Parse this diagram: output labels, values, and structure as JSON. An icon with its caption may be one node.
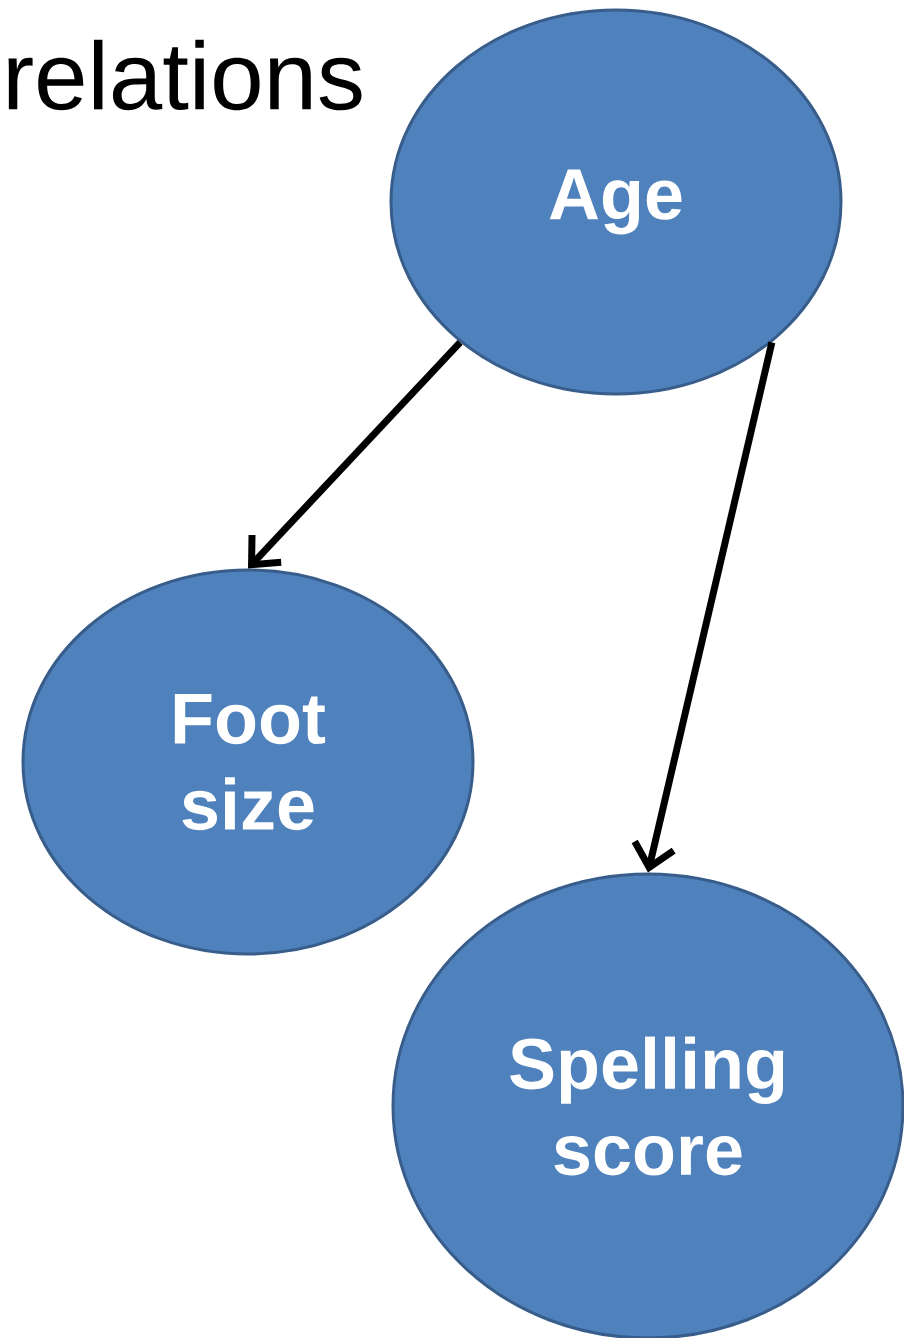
{
  "diagram": {
    "nodes": [
      {
        "text": [
          "Age"
        ]
      },
      {
        "text": [
          "Foot size"
        ]
      },
      {
        "text": [
          "Spelling score"
        ]
      }
    ],
    "edges": [
      {
        "from": 0,
        "to": 1,
        "arrow": "to"
      },
      {
        "from": 0,
        "to": 2,
        "arrow": "to"
      }
    ],
    "labels": [
      "relations"
    ]
  }
}
